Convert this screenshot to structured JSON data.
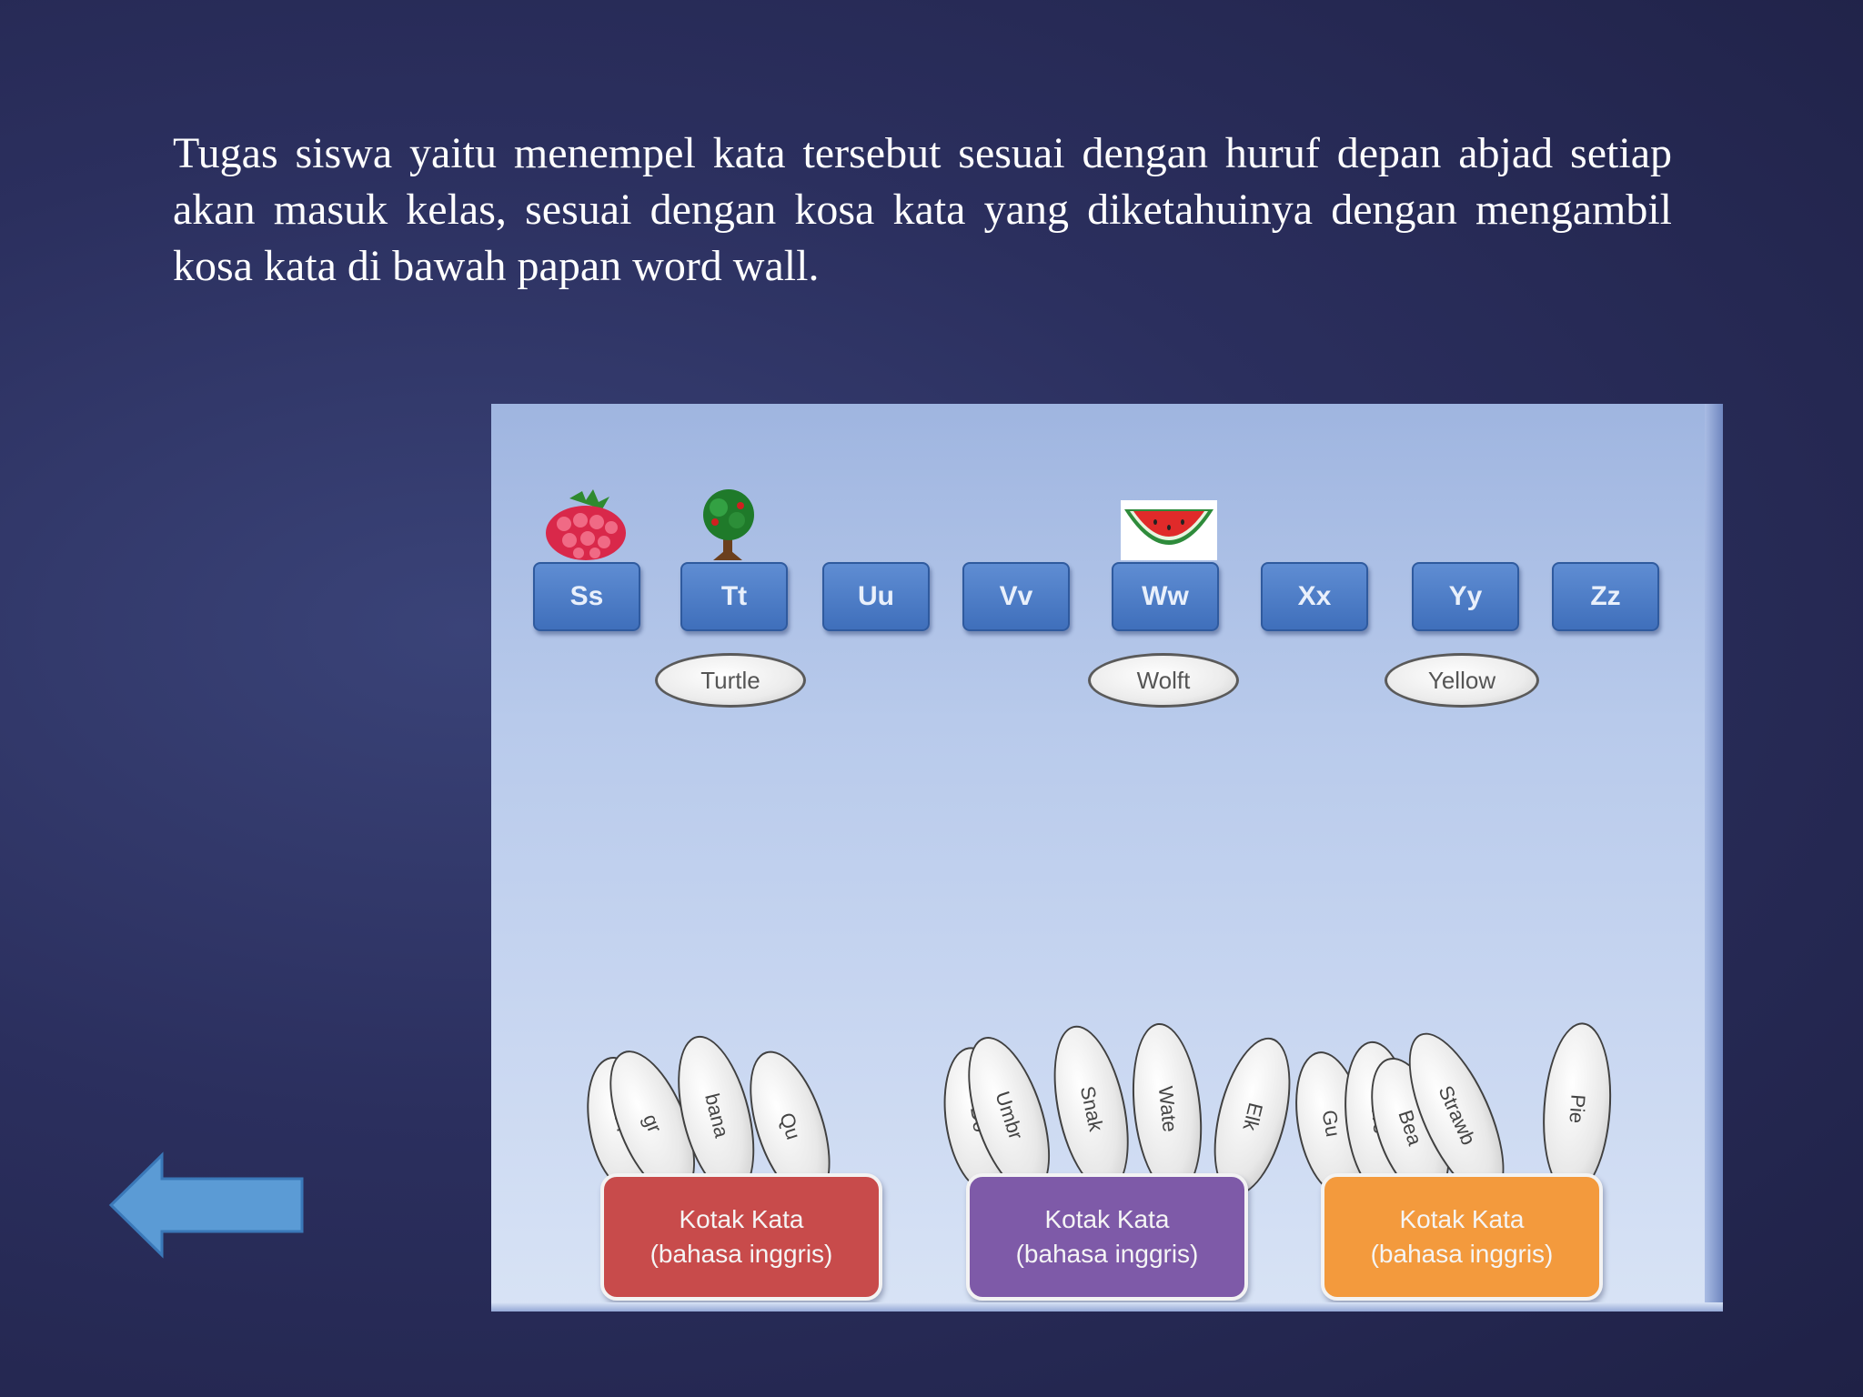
{
  "slide": {
    "paragraph": "Tugas siswa yaitu menempel kata tersebut sesuai dengan huruf depan abjad setiap akan masuk kelas, sesuai dengan kosa kata yang diketahuinya dengan mengambil kosa kata  di bawah papan word wall."
  },
  "board": {
    "letters": [
      "Ss",
      "Tt",
      "Uu",
      "Vv",
      "Ww",
      "Xx",
      "Yy",
      "Zz"
    ],
    "word_ovals": [
      "Turtle",
      "Wolft",
      "Yellow"
    ],
    "pictures": [
      "strawberry",
      "tree",
      "watermelon"
    ],
    "word_boxes": [
      {
        "line1": "Kotak Kata",
        "line2": "(bahasa inggris)",
        "color": "#c84b4b"
      },
      {
        "line1": "Kotak Kata",
        "line2": "(bahasa inggris)",
        "color": "#7e5aa8"
      },
      {
        "line1": "Kotak Kata",
        "line2": "(bahasa inggris)",
        "color": "#f39a3d"
      }
    ],
    "petal_words": {
      "box1": [
        "Fr",
        "gr",
        "bana",
        "Qu"
      ],
      "box2": [
        "Do",
        "Umbr",
        "Snak",
        "Wate",
        "Elk"
      ],
      "box3": [
        "Gu",
        "Tre",
        "Bea",
        "Strawb",
        "Pie"
      ]
    }
  },
  "colors": {
    "letter_card": "#4a78c2",
    "arrow": "#5b9bd5"
  },
  "icons": {
    "back": "left-arrow-icon"
  }
}
